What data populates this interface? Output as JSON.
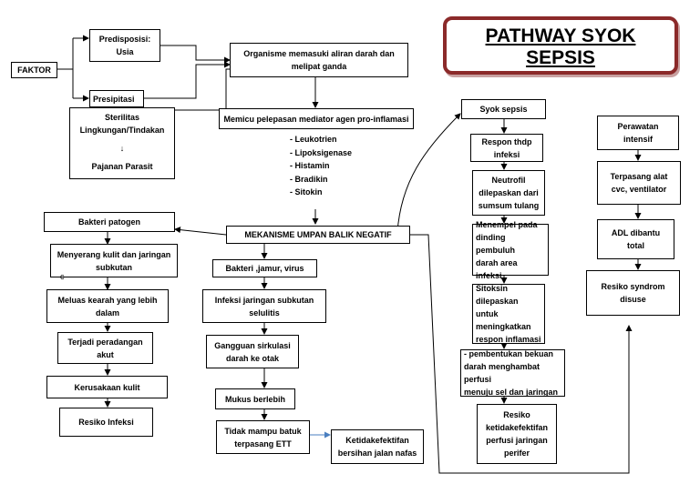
{
  "title": {
    "line1": "PATHWAY SYOK",
    "line2": "SEPSIS"
  },
  "nodes": {
    "faktor": "FAKTOR",
    "predisposisi_l1": "Predisposisi:",
    "predisposisi_l2": "Usia",
    "presipitasi": "Presipitasi",
    "sterilitas_l1": "Sterilitas",
    "sterilitas_l2": "Lingkungan/Tindakan",
    "sterilitas_arrow": "↓",
    "sterilitas_l3": "Pajanan Parasit",
    "organisme_l1": "Organisme memasuki aliran darah dan",
    "organisme_l2": "melipat ganda",
    "memicu": "Memicu pelepasan mediator agen pro-inflamasi",
    "mediators": [
      "-     Leukotrien",
      "-     Lipoksigenase",
      "-     Histamin",
      "-     Bradikin",
      "-     Sitokin"
    ],
    "umpan_balik": "MEKANISME UMPAN BALIK NEGATIF",
    "bakteri_patogen": "Bakteri patogen",
    "menyerang_l1": "Menyerang kulit dan jaringan",
    "menyerang_l2": "subkutan",
    "stray_c": "c",
    "meluas_l1": "Meluas kearah yang lebih",
    "meluas_l2": "dalam",
    "peradangan_l1": "Terjadi peradangan",
    "peradangan_l2": "akut",
    "kerusakan": "Kerusakaan kulit",
    "resiko_infeksi": "Resiko Infeksi",
    "bakteri_jamur": "Bakteri ,jamur, virus",
    "infeksi_l1": "Infeksi jaringan subkutan",
    "infeksi_l2": "selulitis",
    "gangguan_l1": "Gangguan sirkulasi",
    "gangguan_l2": "darah ke otak",
    "mukus": "Mukus berlebih",
    "tidak_mampu_l1": "Tidak mampu batuk",
    "tidak_mampu_l2": "terpasang ETT",
    "ketidakefektifan_l1": "Ketidakefektifan",
    "ketidakefektifan_l2": "bersihan jalan nafas",
    "syok_sepsis": "Syok sepsis",
    "respon_l1": "Respon thdp",
    "respon_l2": "infeksi",
    "neutrofil_l1": "Neutrofil",
    "neutrofil_l2": "dilepaskan dari",
    "neutrofil_l3": "sumsum tulang",
    "menempel_l1": "Menempel pada",
    "menempel_l2": "dinding pembuluh",
    "menempel_l3": "darah area infeksi",
    "sitoksin_l1": "Sitoksin dilepaskan",
    "sitoksin_l2": "untuk",
    "sitoksin_l3": "meningkatkan",
    "sitoksin_l4": "respon inflamasi",
    "pembentukan_l1": "- pembentukan bekuan",
    "pembentukan_l2": "darah menghambat perfusi",
    "pembentukan_l3": "menuju sel dan jaringan",
    "resiko_perfusi_l1": "Resiko",
    "resiko_perfusi_l2": "ketidakefektifan",
    "resiko_perfusi_l3": "perfusi jaringan",
    "resiko_perfusi_l4": "perifer",
    "perawatan_l1": "Perawatan",
    "perawatan_l2": "intensif",
    "terpasang_l1": "Terpasang alat",
    "terpasang_l2": "cvc, ventilator",
    "adl_l1": "ADL dibantu",
    "adl_l2": "total",
    "disuse_l1": "Resiko syndrom",
    "disuse_l2": "disuse"
  },
  "colors": {
    "title_border": "#8b2a2a",
    "blue_arrow": "#4a7fc0"
  }
}
